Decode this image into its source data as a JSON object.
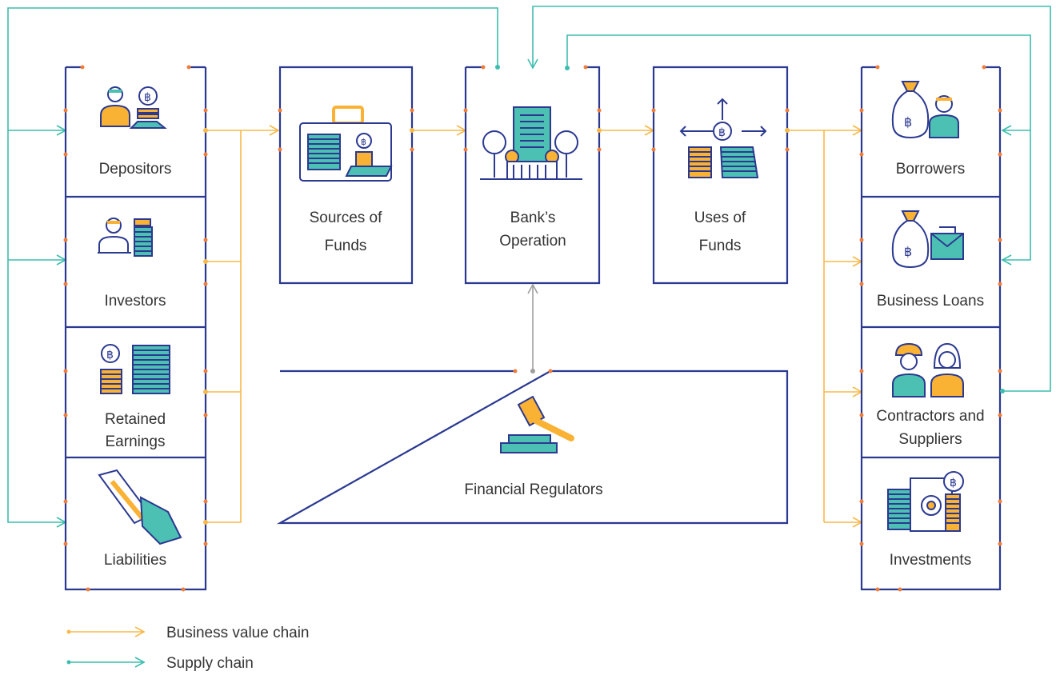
{
  "colors": {
    "navy": "#2B3990",
    "orange_dot": "#F07D3A",
    "business_chain": "#F7B94A",
    "supply_chain": "#3DBDAE",
    "regulator_arrow": "#9E9E9E",
    "teal_fill": "#4CC1B3",
    "gold_fill": "#F9B233"
  },
  "nodes": {
    "depositors": {
      "label": "Depositors",
      "icon": "depositor-person-coins-icon"
    },
    "investors": {
      "label": "Investors",
      "icon": "investor-person-stack-icon"
    },
    "retained_earnings": {
      "label_line1": "Retained",
      "label_line2": "Earnings",
      "icon": "coin-stack-baht-icon"
    },
    "liabilities": {
      "label": "Liabilities",
      "icon": "hand-card-icon"
    },
    "sources_of_funds": {
      "label_line1": "Sources of",
      "label_line2": "Funds",
      "icon": "briefcase-money-icon"
    },
    "banks_operation": {
      "label_line1": "Bank’s",
      "label_line2": "Operation",
      "icon": "bank-building-icon"
    },
    "uses_of_funds": {
      "label_line1": "Uses of",
      "label_line2": "Funds",
      "icon": "baht-distribution-icon"
    },
    "borrowers": {
      "label": "Borrowers",
      "icon": "moneybag-person-icon"
    },
    "business_loans": {
      "label": "Business Loans",
      "icon": "moneybag-envelope-icon"
    },
    "contractors_suppliers": {
      "label_line1": "Contractors and",
      "label_line2": "Suppliers",
      "icon": "two-workers-icon"
    },
    "investments": {
      "label": "Investments",
      "icon": "safe-coins-icon"
    },
    "financial_regulators": {
      "label": "Financial Regulators",
      "icon": "gavel-icon"
    }
  },
  "legend": {
    "business_value_chain": "Business value chain",
    "supply_chain": "Supply chain"
  }
}
